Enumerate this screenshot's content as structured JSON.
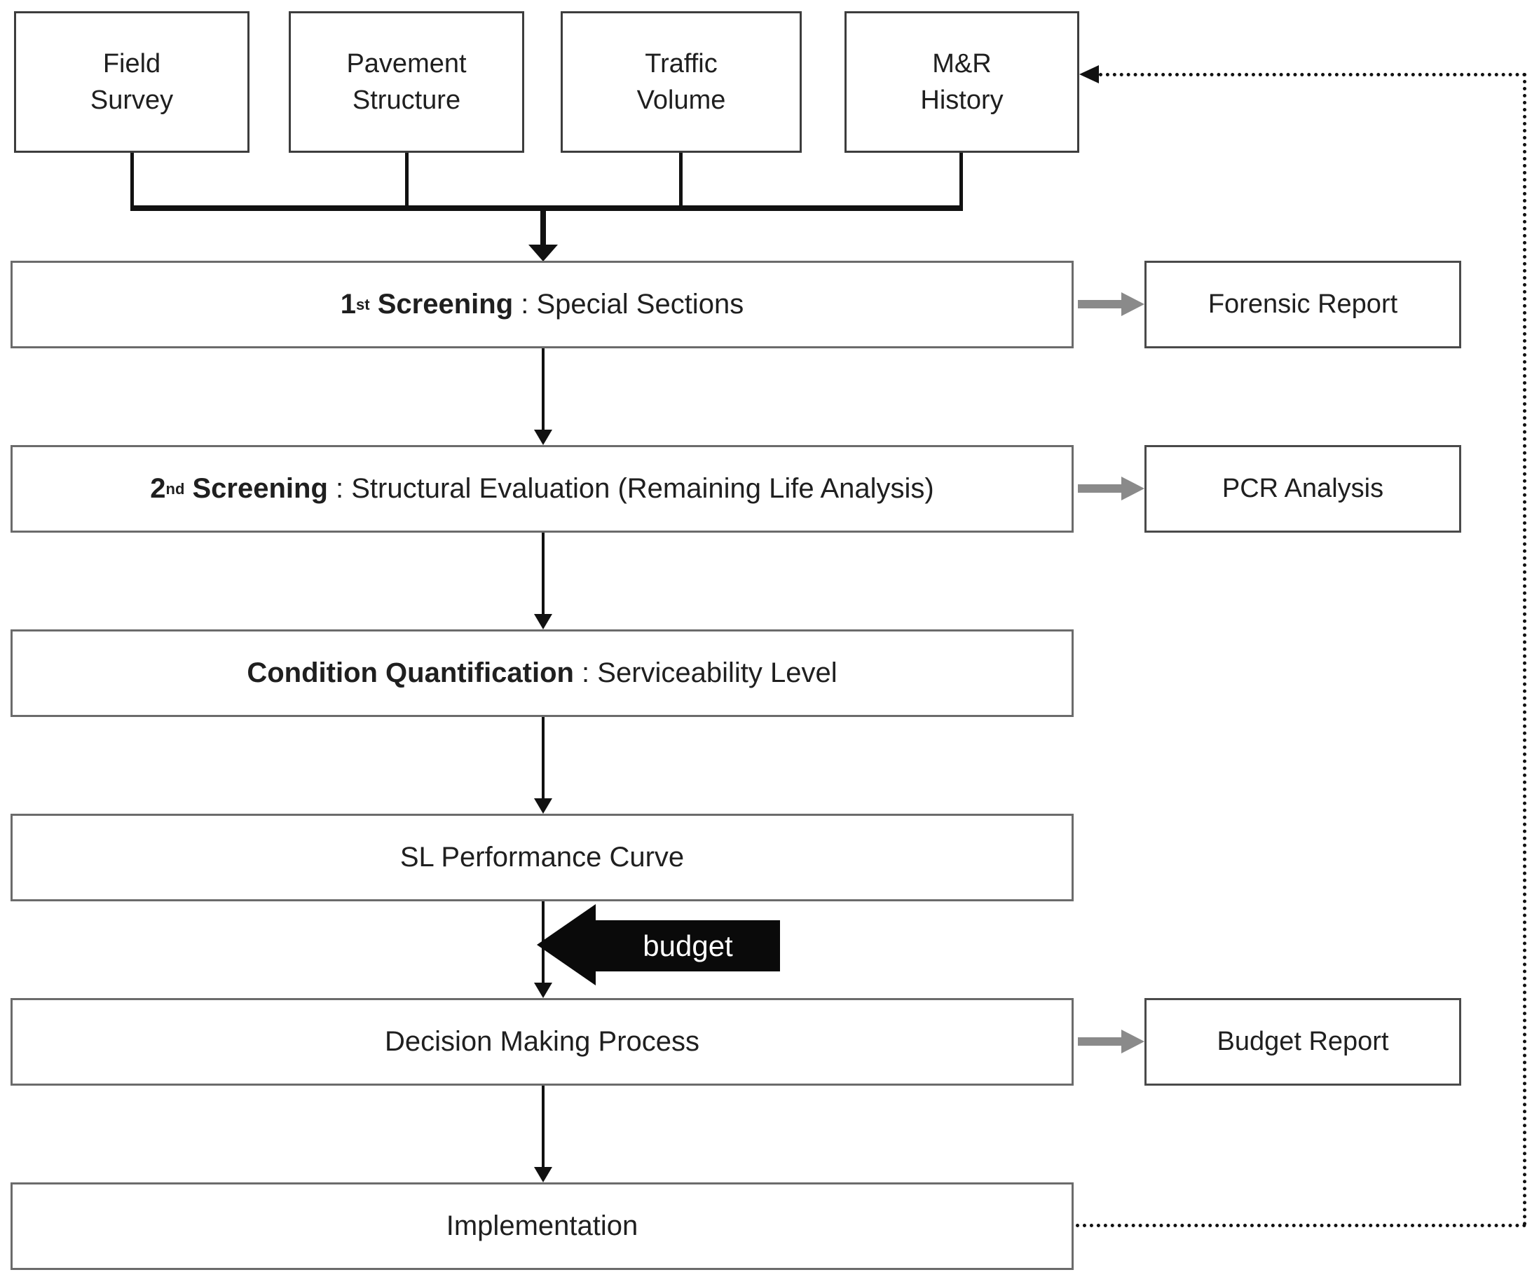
{
  "colors": {
    "background": "#ffffff",
    "line": "#111111",
    "input_box_border": "#3d3d3d",
    "bar_border": "#6b6b6b",
    "output_box_border": "#4a4a4a",
    "gray_arrow": "#8a8a8a",
    "budget_bg": "#0a0a0a",
    "budget_text": "#ffffff",
    "text": "#1f1f1f"
  },
  "inputs": [
    {
      "line1": "Field",
      "line2": "Survey"
    },
    {
      "line1": "Pavement",
      "line2": "Structure"
    },
    {
      "line1": "Traffic",
      "line2": "Volume"
    },
    {
      "line1": "M&R",
      "line2": "History"
    }
  ],
  "steps": [
    {
      "num": "1",
      "sup": "st",
      "bold": " Screening",
      "rest": " : Special Sections"
    },
    {
      "num": "2",
      "sup": "nd",
      "bold": " Screening",
      "rest": " : Structural Evaluation (Remaining Life Analysis)"
    },
    {
      "num": "",
      "sup": "",
      "bold": "Condition Quantification",
      "rest": " : Serviceability Level"
    },
    {
      "num": "",
      "sup": "",
      "bold": "",
      "rest": "SL Performance Curve"
    },
    {
      "num": "",
      "sup": "",
      "bold": "",
      "rest": "Decision Making Process"
    },
    {
      "num": "",
      "sup": "",
      "bold": "",
      "rest": "Implementation"
    }
  ],
  "outputs": [
    {
      "label": "Forensic Report"
    },
    {
      "label": "PCR Analysis"
    },
    {
      "label": "Budget Report"
    }
  ],
  "budget_label": "budget"
}
